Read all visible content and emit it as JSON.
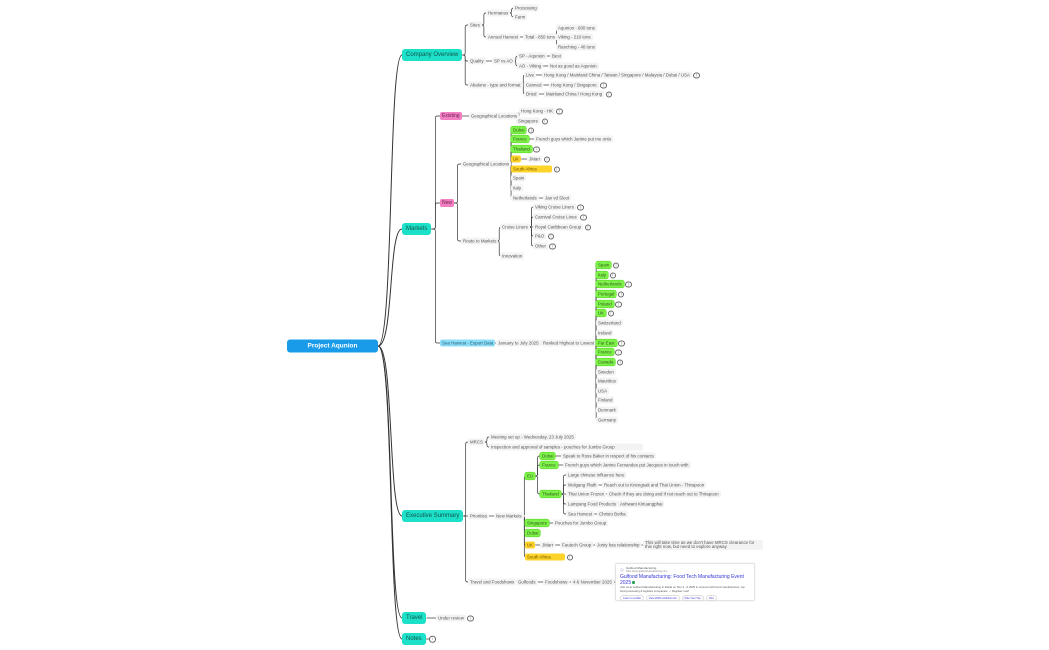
{
  "root": "Project Aqunion",
  "company_overview": {
    "label": "Company Overview",
    "sites": "Sites",
    "hermanus": "Hermanus",
    "processing": "Processing",
    "farm": "Farm",
    "annual_harvest": "Annual Harvest",
    "total": "Total - 850 tons",
    "harvest": [
      "Aqunion - 600 tons",
      "Viking - 210 tons",
      "Ranching - 40 tons"
    ],
    "quality": "Quality",
    "sp_vs_ao": "SP vs AO",
    "sp": "SP - Aqunion",
    "sp_note": "Best",
    "ao": "AO - Viking",
    "ao_note": "Not as good as Aqunion",
    "abalone": "Abalone - type and format",
    "formats": [
      {
        "type": "Live",
        "markets": "Hong Kong / Mainland China / Taiwan / Singapore / Malaysia / Dubai / USA"
      },
      {
        "type": "Canned",
        "markets": "Hong Kong / Singapore"
      },
      {
        "type": "Dried",
        "markets": "Mainland China / Hong Kong"
      }
    ]
  },
  "markets": {
    "label": "Markets",
    "existing": {
      "label": "Existing",
      "geo": "Geographical Locations",
      "locations": [
        "Hong Kong - HK",
        "Singapore"
      ]
    },
    "new": {
      "label": "New",
      "geo": "Geographical Locations",
      "locations": [
        "Dubai",
        "France",
        "Thailand",
        "UK",
        "South Africa",
        "Spain",
        "Italy",
        "Netherlands"
      ],
      "france_note": "French guys which Janine put me onto",
      "uk_note": "JMarr",
      "netherlands_note": "Jan vd Sloot",
      "route": "Route to Markets",
      "cruise": "Cruise Liners",
      "cruise_lines": [
        "Viking Cruise Liners",
        "Carnival Cruise Lines",
        "Royal Caribbean Group",
        "P&O",
        "Other"
      ],
      "innovation": "Innovation"
    },
    "export": {
      "label": "Sea Harvest - Export Data",
      "period": "January to July 2025",
      "ranking": "Ranked Highest to Lowest",
      "countries": [
        "Spain",
        "Italy",
        "Netherlands",
        "Portugal",
        "Poland",
        "UK",
        "Switzerland",
        "Ireland",
        "Far East",
        "France",
        "Canada",
        "Sweden",
        "Mauritius",
        "USA",
        "Finland",
        "Denmark",
        "Germany"
      ]
    }
  },
  "executive_summary": {
    "label": "Executive Summary",
    "mrcs": "MRCS",
    "mrcs_items": [
      "Meeting set up - Wednesday, 23 July 2025",
      "Inspection and approval of samples - pouches for Jumbo Group"
    ],
    "priorities": "Priorities",
    "new_markets": "New Markets",
    "eu": "EU",
    "dubai": "Dubai",
    "dubai_note": "Speak to Ross Baker in respect of his contacts",
    "france": "France",
    "france_note": "French guys which Janine Fernandes put Jacques in touch with",
    "thailand": "Thailand",
    "thailand_items": [
      "Large chinese influence here",
      "Wolgang Plath",
      "Thai Union Frozen",
      "Lampang Food Products",
      "Sea Harvest"
    ],
    "thailand_notes": [
      "Reach out to Kriengsak and Thai Union - Thirapoon",
      "Check if they are doing and if not reach out to Thirapoon",
      "Ashwant Kiriuangphai",
      "Christo Botha"
    ],
    "singapore": "Singapore",
    "singapore_note": "Pouches for Jumbo Group",
    "dubai2": "Dubai",
    "uk": "UK",
    "uk_contact": "JMarr",
    "uk_group": "Fautech Group",
    "uk_rel": "Jonty has relationship",
    "uk_note": "This will take time as we don't have MRCS clearance for this right now, but need to explore anyway",
    "south_africa": "South Africa",
    "travel_foodshows": "Travel and Foodshows",
    "gulfoods": "Gulfoods",
    "foodshows": "Foodshows",
    "dates": "4-6 November 2025",
    "card": {
      "site": "Gulfood Manufacturing",
      "url": "https://www.gulfoodmanufacturing.com",
      "title": "Gulfood Manufacturing: Food Tech Manufacturing Event 2025",
      "description": "Join us at Gulfood Manufacturing in Dubai on Nov 4 - 6 2025 to connect with food manufacturers, top food processing & logistics companies. ✓ Register now!",
      "links": [
        "Learn to exhibit",
        "View 2025 exhibitors list",
        "Plan Your Trip",
        "Visit"
      ]
    }
  },
  "travel": {
    "label": "Travel",
    "status": "Under review"
  },
  "notes": {
    "label": "Notes"
  },
  "colors": {
    "root": "#1a9bea",
    "topic": "#1de0c8",
    "green": "#7ef24a",
    "yellow": "#ffd42a",
    "pink": "#f17fc2",
    "light_blue": "#8ddcf8"
  }
}
